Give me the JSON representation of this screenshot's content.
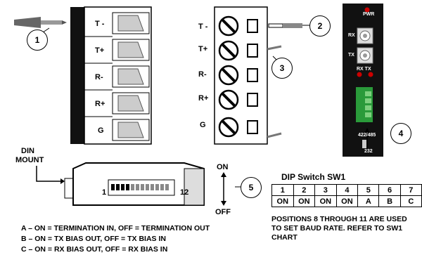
{
  "terminal_block": {
    "labels": [
      "T -",
      "T+",
      "R-",
      "R+",
      "G"
    ]
  },
  "callouts": {
    "c1": "1",
    "c2": "2",
    "c3": "3",
    "c4": "4",
    "c5": "5"
  },
  "device_panel": {
    "pwr": "PWR",
    "rx": "RX",
    "tx": "TX",
    "rx_tx": "RX TX",
    "switch_top": "422/485",
    "switch_bottom": "232"
  },
  "din": {
    "title_line1": "DIN",
    "title_line2": "MOUNT",
    "pos_start": "1",
    "pos_end": "12",
    "on": "ON",
    "off": "OFF"
  },
  "dip_table": {
    "title": "DIP Switch SW1",
    "headers": [
      "1",
      "2",
      "3",
      "4",
      "5",
      "6",
      "7"
    ],
    "values": [
      "ON",
      "ON",
      "ON",
      "ON",
      "A",
      "B",
      "C"
    ]
  },
  "note": {
    "line1": "POSITIONS 8 THROUGH 11 ARE USED",
    "line2": "TO SET BAUD RATE. REFER TO SW1",
    "line3": "CHART"
  },
  "legend": {
    "a": "A – ON = TERMINATION IN, OFF = TERMINATION OUT",
    "b": "B – ON = TX BIAS OUT, OFF = TX BIAS IN",
    "c": "C – ON = RX BIAS OUT, OFF = RX BIAS IN"
  }
}
